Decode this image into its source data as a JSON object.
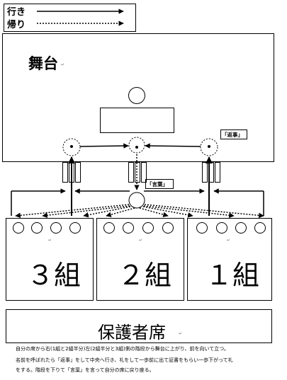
{
  "legend": {
    "outbound_label": "行き",
    "return_label": "帰り"
  },
  "stage": {
    "title": "舞台",
    "reply_tag": "「返事」"
  },
  "floor": {
    "speech_tag": "「言葉」"
  },
  "classes": [
    {
      "label": "３組"
    },
    {
      "label": "２組"
    },
    {
      "label": "１組"
    }
  ],
  "guardian": {
    "label": "保護者席"
  },
  "instructions": {
    "line1": "自分の席から右(1組と2組半分)左(2組半分と3組)側の階段から舞台に上がり、前を向いて立つ。",
    "line2": "名前を呼ばれたら「返事」をして中央へ行き、礼をして一歩前に出て証書をもらい一歩下がって礼",
    "line3": "をする。階段を下りて「言葉」を言って自分の席に戻り座る。"
  },
  "para_mark": "↵"
}
